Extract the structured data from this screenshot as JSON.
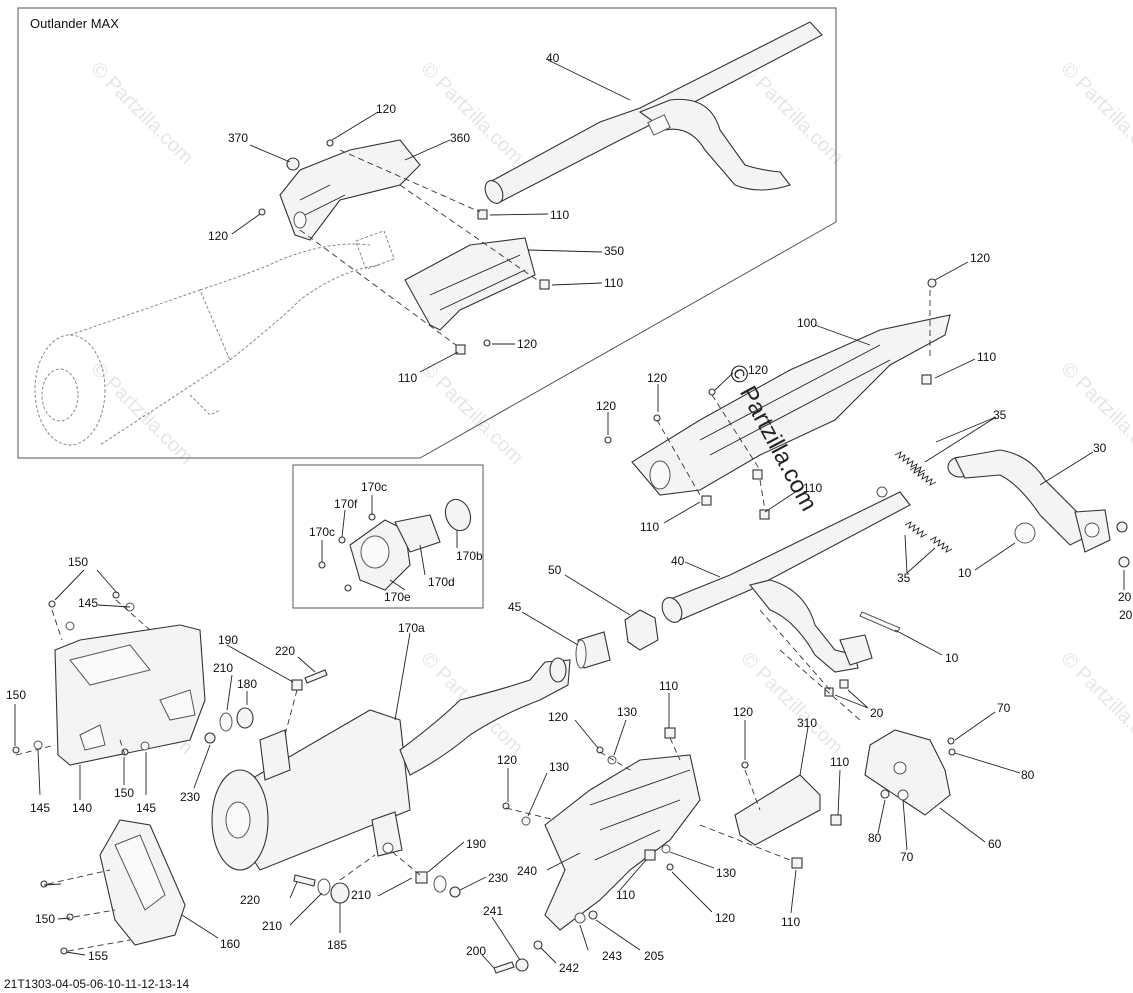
{
  "inset_title": "Outlander MAX",
  "diagram_code": "21T1303-04-05-06-10-11-12-13-14",
  "watermark": "© Partzilla.com",
  "callouts": {
    "c10a": "10",
    "c10b": "10",
    "c20a": "20",
    "c20b": "20",
    "c20c": "20",
    "c30": "30",
    "c35a": "35",
    "c35b": "35",
    "c40a": "40",
    "c40b": "40",
    "c45": "45",
    "c50": "50",
    "c60": "60",
    "c70a": "70",
    "c70b": "70",
    "c80a": "80",
    "c80b": "80",
    "c100": "100",
    "c110a": "110",
    "c110b": "110",
    "c110c": "110",
    "c110d": "110",
    "c110e": "110",
    "c110f": "110",
    "c110g": "110",
    "c110h": "110",
    "c110i": "110",
    "c110j": "110",
    "c120a": "120",
    "c120b": "120",
    "c120c": "120",
    "c120d": "120",
    "c120e": "120",
    "c120f": "120",
    "c120g": "120",
    "c120h": "120",
    "c120i": "120",
    "c120j": "120",
    "c130a": "130",
    "c130b": "130",
    "c130c": "130",
    "c140": "140",
    "c145a": "145",
    "c145b": "145",
    "c145c": "145",
    "c150a": "150",
    "c150b": "150",
    "c150c": "150",
    "c150d": "150",
    "c155": "155",
    "c160": "160",
    "c170a": "170a",
    "c170b": "170b",
    "c170c1": "170c",
    "c170c2": "170c",
    "c170d": "170d",
    "c170e": "170e",
    "c170f": "170f",
    "c180": "180",
    "c185": "185",
    "c190a": "190",
    "c190b": "190",
    "c200": "200",
    "c205": "205",
    "c210a": "210",
    "c210b": "210",
    "c210c": "210",
    "c220a": "220",
    "c220b": "220",
    "c230a": "230",
    "c230b": "230",
    "c240": "240",
    "c241": "241",
    "c242": "242",
    "c243": "243",
    "c310": "310",
    "c350": "350",
    "c360": "360",
    "c370": "370"
  },
  "colors": {
    "line": "#333333",
    "fill": "#f4f4f4",
    "watermark": "#e6e6e6",
    "text": "#111111"
  }
}
